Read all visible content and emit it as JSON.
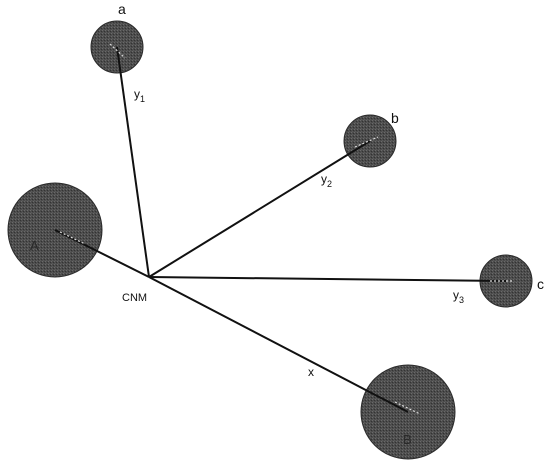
{
  "diagram": {
    "center_label": "CNM",
    "segments": {
      "x": "x",
      "y1_base": "y",
      "y1_sub": "1",
      "y2_base": "y",
      "y2_sub": "2",
      "y3_base": "y",
      "y3_sub": "3"
    },
    "bodies": {
      "A": "A",
      "B": "B",
      "a": "a",
      "b": "b",
      "c": "c"
    }
  },
  "colors": {
    "line": "#111111",
    "body_fill": "#4a4a4a",
    "body_edge": "#222222"
  }
}
